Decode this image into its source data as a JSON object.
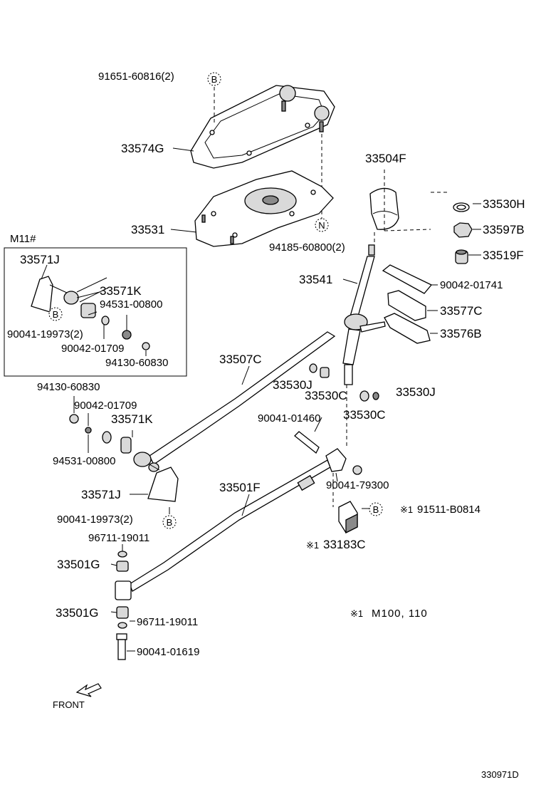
{
  "labels": {
    "p91651_60816": "91651-60816(2)",
    "p33574G": "33574G",
    "p33531": "33531",
    "p94185_60800": "94185-60800(2)",
    "p33504F": "33504F",
    "p33530H": "33530H",
    "p33597B": "33597B",
    "p33519F": "33519F",
    "p33541": "33541",
    "p90042_01741": "90042-01741",
    "p33577C": "33577C",
    "p33576B": "33576B",
    "p33507C": "33507C",
    "p33530J_a": "33530J",
    "p33530C_a": "33530C",
    "p33530J_b": "33530J",
    "p33530C_b": "33530C",
    "p90041_01460": "90041-01460",
    "p90041_79300": "90041-79300",
    "p91511_B0814": "91511-B0814",
    "p33183C": "33183C",
    "p33501F": "33501F",
    "p94130_60830": "94130-60830",
    "p90042_01709": "90042-01709",
    "p33571K": "33571K",
    "p94531_00800": "94531-00800",
    "p33571J": "33571J",
    "p90041_19973": "90041-19973(2)",
    "p96711_19011_a": "96711-19011",
    "p33501G_a": "33501G",
    "p33501G_b": "33501G",
    "p96711_19011_b": "96711-19011",
    "p90041_01619": "90041-01619",
    "note_m100": "M100, 110",
    "front": "FRONT",
    "diagram_id": "330971D"
  },
  "inset": {
    "title": "M11#",
    "p33571J": "33571J",
    "p33571K": "33571K",
    "p94531_00800": "94531-00800",
    "p90041_19973": "90041-19973(2)",
    "p90042_01709": "90042-01709",
    "p94130_60830": "94130-60830"
  },
  "markers": {
    "B": "B",
    "N": "N",
    "ref1": "※1"
  }
}
